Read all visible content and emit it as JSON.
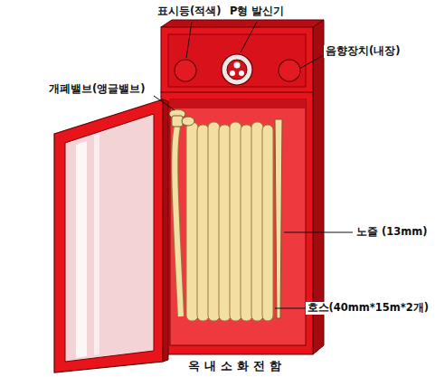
{
  "diagram": {
    "caption": "옥내소화전함",
    "labels": [
      "표시등(적색)",
      "P형 발신기",
      "음향장치(내장)",
      "개폐밸브(앵글밸브)",
      "노즐 (13mm)",
      "호스(40mm*15m*2개)"
    ]
  }
}
